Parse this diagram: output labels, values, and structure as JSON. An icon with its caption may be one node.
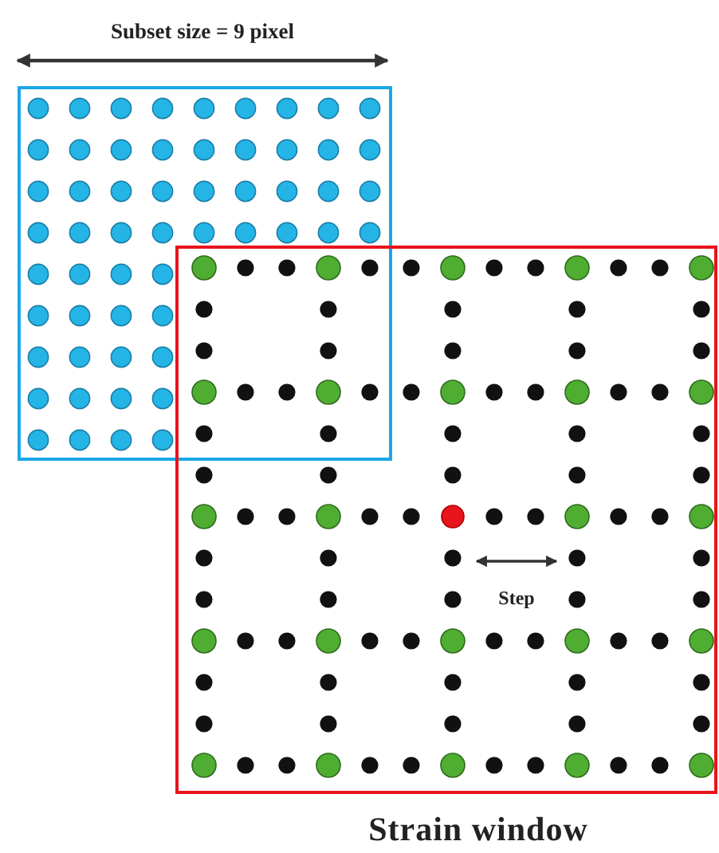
{
  "diagram": {
    "nodes": [
      {
        "text": [],
        "shape": "box"
      },
      {
        "text": [],
        "shape": "box",
        "beside": [
          "Strain window"
        ]
      }
    ],
    "labels": [
      "Subset size = 9 pixel",
      "Step"
    ]
  }
}
